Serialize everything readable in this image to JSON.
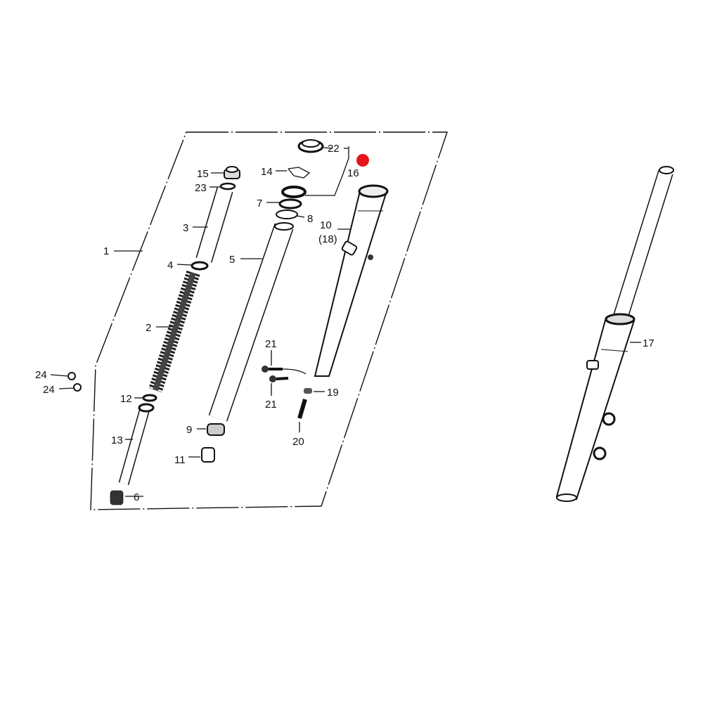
{
  "diagram": {
    "accent_color": "#e8141c",
    "callouts": {
      "c1": "1",
      "c2": "2",
      "c3": "3",
      "c4": "4",
      "c5": "5",
      "c6": "6",
      "c7": "7",
      "c8": "8",
      "c9": "9",
      "c10": "10",
      "c18": "(18)",
      "c11": "11",
      "c12": "12",
      "c13": "13",
      "c14": "14",
      "c15": "15",
      "c16": "16",
      "c17": "17",
      "c19": "19",
      "c20": "20",
      "c21a": "21",
      "c21b": "21",
      "c22": "22",
      "c23": "23",
      "c24a": "24",
      "c24b": "24"
    }
  }
}
